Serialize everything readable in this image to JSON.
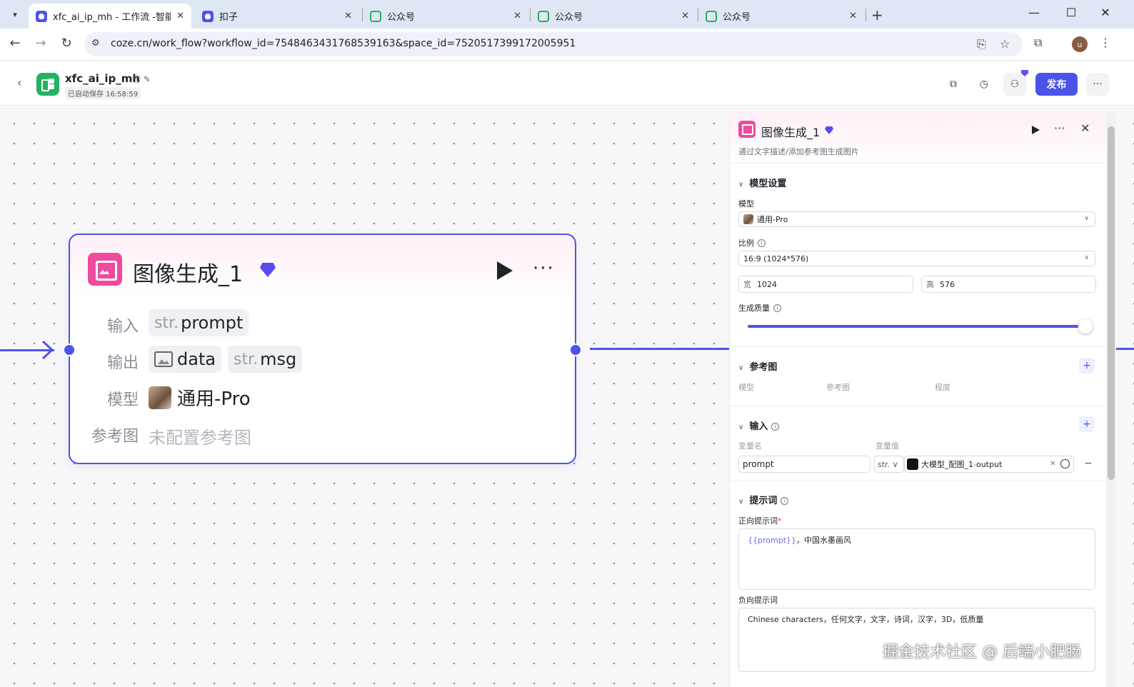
{
  "browser": {
    "tabs": [
      {
        "title": "xfc_ai_ip_mh - 工作流 -智能体",
        "icon": "coze-icon"
      },
      {
        "title": "扣子",
        "icon": "coze-icon"
      },
      {
        "title": "公众号",
        "icon": "wechat-icon"
      },
      {
        "title": "公众号",
        "icon": "wechat-icon"
      },
      {
        "title": "公众号",
        "icon": "wechat-icon"
      }
    ],
    "url": "coze.cn/work_flow?workflow_id=7548463431768539163&space_id=7520517399172005951",
    "profile_initial": "u"
  },
  "header": {
    "workflow_name": "xfc_ai_ip_mh",
    "autosave": "已自动保存 16:58:59",
    "publish_label": "发布"
  },
  "node": {
    "title": "图像生成_1",
    "input_label": "输入",
    "output_label": "输出",
    "model_label": "模型",
    "ref_label": "参考图",
    "input_type": "str.",
    "input_name": "prompt",
    "output_data": "data",
    "output_msg_type": "str.",
    "output_msg": "msg",
    "model_name": "通用-Pro",
    "ref_empty": "未配置参考图"
  },
  "panel": {
    "title": "图像生成_1",
    "description": "通过文字描述/添加参考图生成图片",
    "model_section": "模型设置",
    "model_label": "模型",
    "model_value": "通用-Pro",
    "ratio_label": "比例",
    "ratio_value": "16:9 (1024*576)",
    "width_prefix": "宽",
    "width_value": "1024",
    "height_prefix": "高",
    "height_value": "576",
    "quality_label": "生成质量",
    "quality_level": 1.0,
    "ref_section": "参考图",
    "ref_cols": [
      "模型",
      "参考图",
      "程度"
    ],
    "input_section": "输入",
    "var_name_col": "变量名",
    "var_value_col": "变量值",
    "var_name": "prompt",
    "var_type": "str.",
    "var_ref_node": "大模型_配图_1",
    "var_ref_sep": " - ",
    "var_ref_field": "output",
    "prompt_section": "提示词",
    "positive_label": "正向提示词",
    "positive_token": "{{prompt}}",
    "positive_text": "，中国水墨画风",
    "negative_label": "负向提示词",
    "negative_text": "Chinese characters，任何文字，文字，诗词，汉字，3D，低质量"
  },
  "watermark": "掘金技术社区 @ 后端小肥肠",
  "colors": {
    "accent": "#4d53e8",
    "node_icon": "#ee4a9e",
    "workflow_logo": "#21b362"
  }
}
